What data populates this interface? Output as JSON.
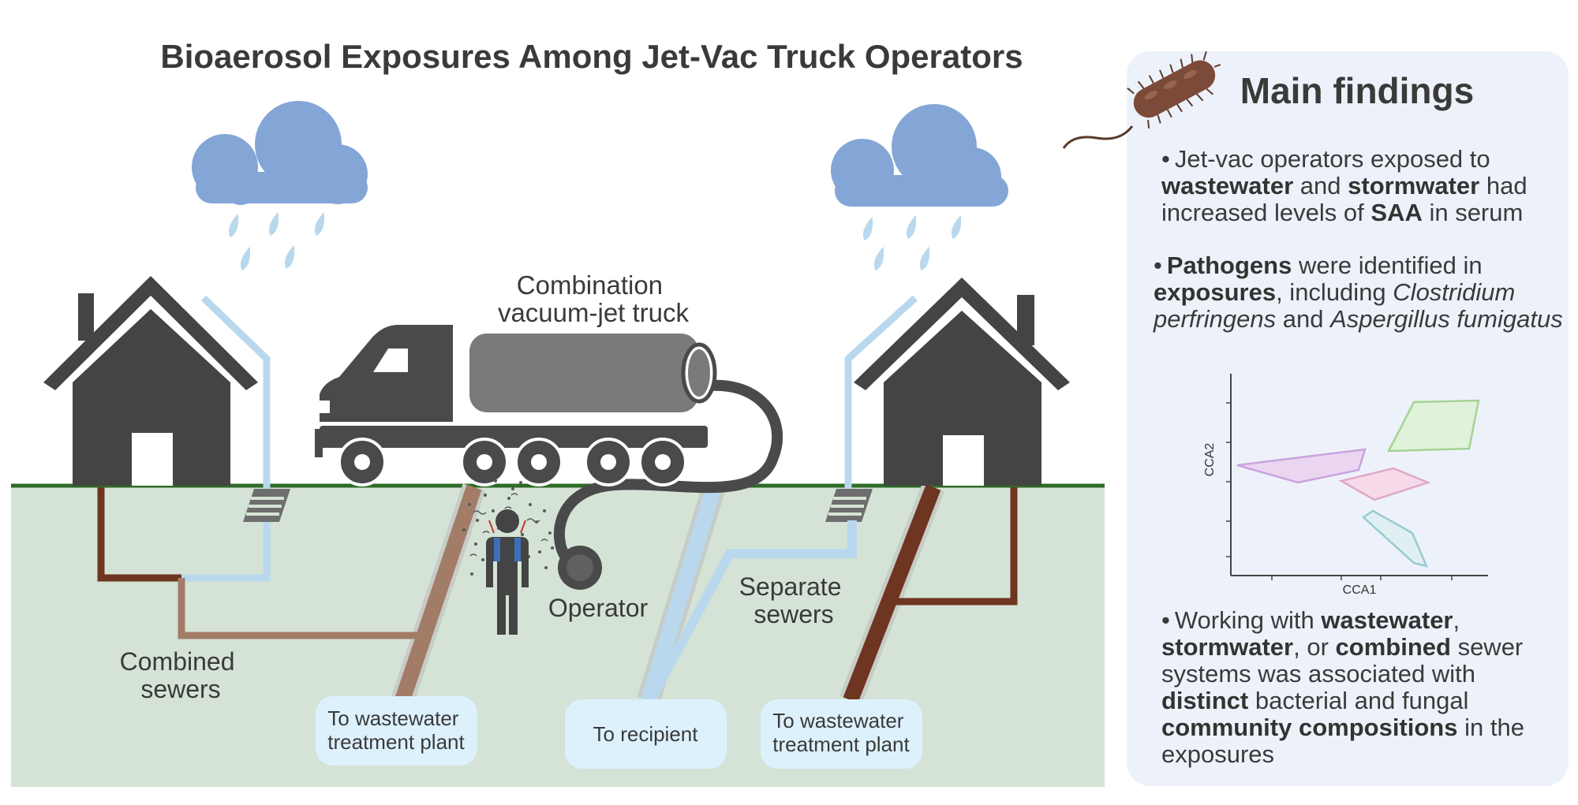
{
  "title": "Bioaerosol Exposures Among Jet-Vac Truck Operators",
  "labels": {
    "truck": [
      "Combination",
      "vacuum-jet truck"
    ],
    "operator": "Operator",
    "combined_sewers": [
      "Combined",
      "sewers"
    ],
    "separate_sewers": [
      "Separate",
      "sewers"
    ],
    "dest_left": [
      "To wastewater",
      "treatment plant"
    ],
    "dest_middle": "To recipient",
    "dest_right": [
      "To wastewater",
      "treatment plant"
    ]
  },
  "findings": {
    "heading": "Main findings",
    "bullet": "•",
    "f1": {
      "t1": "Jet-vac operators exposed to",
      "b1": "wastewater",
      "t2": "and",
      "b2": "stormwater",
      "t3": "had increased levels of",
      "b3": "SAA",
      "t4": "in serum"
    },
    "f2": {
      "b1": "Pathogens",
      "t1": "were identified in",
      "b2": "exposures",
      "t2": ", including",
      "i1": "Clostridium perfringens",
      "t3": "and",
      "i2": "Aspergillus fumigatus"
    },
    "f3": {
      "t1": "Working with",
      "b1": "wastewater",
      "t2": ",",
      "b2": "stormwater",
      "t3": ", or",
      "b3": "combined",
      "t4": "sewer systems was associated with",
      "b4": "distinct",
      "t5": "bacterial and fungal",
      "b5": "community compositions",
      "t6": "in the exposures"
    }
  },
  "cca_plot": {
    "xlabel": "CCA1",
    "ylabel": "CCA2"
  },
  "colors": {
    "ground": "#d4e3d5",
    "grass": "#2e6b27",
    "house": "#444444",
    "cloud": "#84a6d6",
    "rain": "#b9d8ee",
    "storm_pipe": "#b9d8ee",
    "combined_pipe": "#a37c68",
    "waste_pipe": "#6e3520",
    "truck": "#4a4a4a",
    "tank": "#7a7a7a",
    "dest_box": "#ddf1fd",
    "panel": "#edf2fa"
  }
}
